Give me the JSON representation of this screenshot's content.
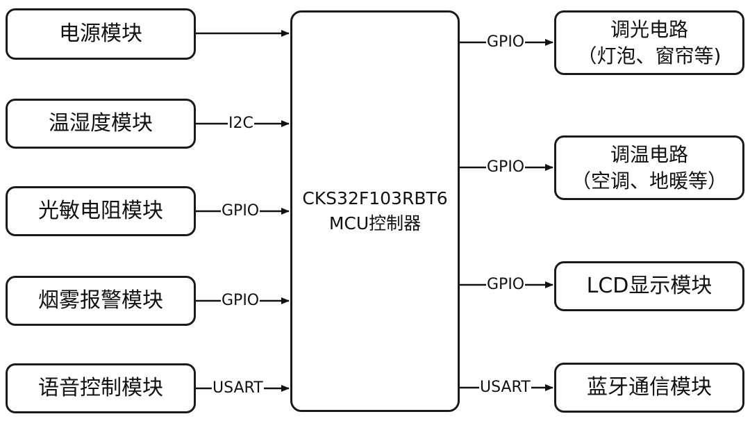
{
  "left_modules": [
    {
      "label": "电源模块",
      "interface": ""
    },
    {
      "label": "温湿度模块",
      "interface": "I2C"
    },
    {
      "label": "光敏电阻模块",
      "interface": "GPIO"
    },
    {
      "label": "烟雾报警模块",
      "interface": "GPIO"
    },
    {
      "label": "语音控制模块",
      "interface": "USART"
    }
  ],
  "mcu": {
    "line1": "CKS32F103RBT6",
    "line2": "MCU控制器"
  },
  "right_modules": [
    {
      "line1": "调光电路",
      "line2": "（灯泡、窗帘等)",
      "interface": "GPIO"
    },
    {
      "line1": "调温电路",
      "line2": "（空调、地暖等）",
      "interface": "GPIO"
    },
    {
      "line1": "LCD显示模块",
      "line2": "",
      "interface": "GPIO"
    },
    {
      "line1": "蓝牙通信模块",
      "line2": "",
      "interface": "USART"
    }
  ]
}
